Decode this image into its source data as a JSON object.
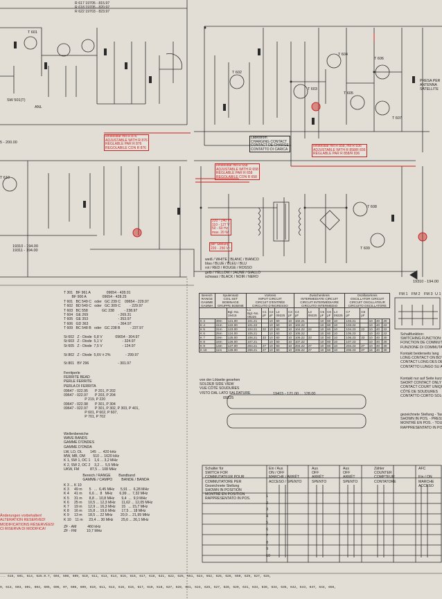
{
  "top_refs": [
    "R 617 19705 - 815.97",
    "R 618 19705 - 820.97",
    "R 622 19703 - 823.97"
  ],
  "transistors": [
    "T 601",
    "T 602",
    "T 603",
    "T 604",
    "T 605",
    "T 606",
    "T 607",
    "T 608",
    "T 609",
    "T 610"
  ],
  "left_strip": {
    "range": "5 - 200.00",
    "ref1": "19310 - 194.00",
    "ref2": "19311 - 194.00"
  },
  "transistor_list": [
    "T 301   BF 961 A                09654 - 428.01",
    "        BF 900 A                09654 - 428.25",
    "T 601   BC 549 C   oder   GC 239 C    09654 - 229.97",
    "T 602   BD 549 C   oder   GC 309 C         - 229.97",
    "T 603   BC 558              GC 238          - 238.97",
    "T 604   GE 269                              - 269.31",
    "T 605   GE 353                              - 353.97",
    "T 606   GD 363                              - 364.97",
    "T 609   BC 548 B   oder   GC 238 B          - 237.97",
    "",
    "St 602   Z - Diode  6,8 V             09654 - 304.97",
    "St 603   Z - Diode  5,1 V                    - 324.97",
    "St 605   Z - Diode  7,5 V                    - 124.97",
    "",
    "St 802   Z - Diode  5,6V ± 2%               - 299.97",
    "",
    "St 801   BY 296                             - 301.97"
  ],
  "ferrite": {
    "title": "Ferritperle\nFERRITE BEAD\nPERLE FERRITE\nPERLA DI FERRITA",
    "rows": "09647 - 022.95       P 201, P 202\n09647 - 022.97       P 203, P 204\n                     P 219, P 220\n09647 - 022.98       P 301, P 304\n09647 - 022.97       P 301, P 302, P 303, P 401,\n                     P 601, P 602, P 607,\n                     P 701, P 702"
  },
  "waveband": {
    "title": "Wellenbereiche\nWAVE BANDS\nGAMME D'ONDES\nGAMME D'ONDA",
    "rows1": "LW, LO, OL        145  ...  420 kHz\nMW, MB, OM        510 ... 1620 kHz\nK 1, SW 1, OC 1    1,6 ... 3,2 MHz\nK 2, SW 2, OC 2    3,2 ...  5,5 MHz\nUKW, FM           87,5 ... 108 MHz",
    "hdr": "                   Bereich / RANGE        Bandband\n                   GAMME / CAMPO         BANDE / BANDA",
    "rows2": "K 3 ... K 10\nK 3     49 m       5   ...  6,45 MHz      5,91 ...  6,28 MHz\nK 4     41 m       6,6 ...  8   MHz       6,99 ...  7,32 MHz\nK 5     31 m       8,8 ... 10,8 MHz       9,4  ...  9,9 MHz\nK 6     25 m      10,5 ... 12,3 MHz      11,62 ... 12,05 MHz\nK 7     19 m      12,9 ... 16,3 MHz      15   ... 15,7 MHz\nK 8     16 m      15,8 ... 19,6 MHz      17,5 ... 18 MHz\nK 9     13 m      18,5 ... 22 MHz        20,9 ... 21,99 MHz\nK 10    11 m      23,4 ... 30 MHz        25,6 ... 26,1 MHz",
    "rows3": "ZF - AM           460 kHz\nZF - FM          10,7 MHz"
  },
  "warning": {
    "lines": "Änderungen vorbehalten!\nALTERATION RESERVED!\nMODIFICATIONS RÉSERVÉES!\nCI RISERVA DI MODIFICA!"
  },
  "red_notes": {
    "adjust1": "einstellbar mit R 876\nADJUSTABLE WITH R 876\nRÉGLABLE PAR R 876\nREGOLABILE CON R 876",
    "adjust2": "einstellbar mit R 658\nADJUSTABLE WITH R 658\nRÉGLABLE PAR R 658\nREGOLABILE CON R 658",
    "adjust3": "einstellbar mit R 858, mit R 836\nADJUSTABLE WITH R 858/R 836\nRÉGLABLE PAR R 858/R 836",
    "ladestrom": "Ladestrom\nCHARGING CONTACT\nCONTACT DE CHARGE\nCONTATTO DI CARICA",
    "bat": "per Stellung\n220 - 250 V~",
    "v1": "220 - 240 V\n110 - 127 V\n50 - 60 Hz\nmax. 20 W"
  },
  "wire_colors": "weiß / WHITE / BLANC / BIANCO\nblau / BLUE / BLEU / BLU\nrot / RED / ROUGE / ROSSO\ngelb / YELLOW / JAUNE / GIALLO\nschwarz / BLACK / NOIR / NERO",
  "osc_table": {
    "head1": [
      "Bereich\nRANGE\nGAMME\nGAMMA",
      "Spulensatz\nCOIL SET\nBOBINAGE\nGRUPPE BOBINE",
      "Vorkreis\nINPUT CIRCUIT\nCIRCUIT D'ENTRÉE\nCIRCUITO D'INGRESSO",
      "Zwischenkreis\nINTERMEDIATE CIRCUIT\nCIRCUIT INTERMÉDIAIRE\nCIRCUITO INTERMEDIO",
      "Oszillatorkreis\nOSCILLATOR CIRCUIT\nCIRCUIT OSCILLATEUR\nCIRCUITO OSCILLATORE"
    ],
    "head2": [
      "",
      "Bgl.-No.\n19415",
      "L1\nBgl.-No.\n09225",
      "C1\npF",
      "C2\npF",
      "L2\n09225",
      "C3\npF",
      "C4\npF",
      "L3\n09225",
      "C5\npF",
      "C6\npF",
      "L4\n09225",
      "C7\npF",
      "C8\npF"
    ],
    "rows": [
      [
        "K 3",
        "49m",
        "121.00",
        "101.21",
        "",
        "10",
        "60",
        "10",
        "102.21",
        "",
        "10",
        "60",
        "10",
        "103.21",
        "",
        "10",
        "40",
        "20"
      ],
      [
        "K 4",
        "41m",
        "122.00",
        "101.22",
        "",
        "10",
        "60",
        "10",
        "102.22",
        "",
        "10",
        "60",
        "10",
        "103.22",
        "",
        "10",
        "40",
        "22"
      ],
      [
        "K 5",
        "31m",
        "123.00",
        "104.21",
        "22",
        "10",
        "60",
        "10",
        "104.22",
        "22",
        "10",
        "60",
        "10",
        "104.23",
        "22",
        "10",
        "40",
        "22"
      ],
      [
        "K 6",
        "25m",
        "124.00",
        "105.21",
        "",
        "10",
        "60",
        "10",
        "105.22",
        "",
        "10",
        "60",
        "10",
        "105.23",
        "",
        "10",
        "40",
        "22"
      ],
      [
        "K 7",
        "19m",
        "125.00",
        "106.21",
        "33",
        "10",
        "60",
        "10",
        "106.22",
        "33",
        "10",
        "60",
        "10",
        "106.23",
        "33",
        "10",
        "40",
        "30"
      ],
      [
        "K 8",
        "16m",
        "126.00",
        "107.21",
        "",
        "10",
        "60",
        "10",
        "107.22",
        "",
        "10",
        "60",
        "10",
        "107.23",
        "",
        "10",
        "40",
        "30"
      ],
      [
        "K 9",
        "13m",
        "127.00",
        "204.21",
        "27",
        "10",
        "60",
        "10",
        "204.22",
        "27",
        "10",
        "60",
        "10",
        "204.23",
        "27",
        "10",
        "40",
        "30"
      ],
      [
        "K 10",
        "11m",
        "128.00",
        "206.21",
        "27",
        "10",
        "60",
        "10",
        "206.22",
        "27",
        "10",
        "60",
        "10",
        "206.23",
        "27",
        "16",
        "40",
        "30"
      ]
    ]
  },
  "solder_note": "von der Lötseite gesehen\nSOLDER SIDE VIEW\nVUE CÔTÉ SOUDURES\nVISTO DAL LATO SALDATURE",
  "coil_ref": "19415 - 121.00 ... 128.00",
  "coil_ref2": "09225",
  "switch_legend": {
    "title": "Schaltfunktion:\nSWITCHING FUNCTION:\nFONCTION DE COMMUTATION\nFUNZIONE DI COMMUTAZIONE",
    "a": "Kontakt beiderseits lang\nLONG CONTACT ON BOTH SIDES\nCONTACT LONG DES DEUX CÔTÉS\nCONTATTO LUNGO SU AMBO I LATI",
    "b": "Kontakt nur auf Seite kurz\nSHORT CONTACT ONLY ON SOLDER SIDE\nCONTACT COURT UNIQUEMENT\nCÔTÉ DE SOUDURES\nCONTATTO CORTO SOLO SUL LATO",
    "c": "gezeichnete Stellung - Taste\nSHOWN IN POS. - PRESS\nMONTRÉ EN POS. - TOUCHE\nRAPPRESENTATO IN POS. - TASTO"
  },
  "fm_boxes": [
    "FM 1",
    "FM 2",
    "FM 3",
    "U 1"
  ],
  "bottom_notes": {
    "schalter": "Schalter für\nSWITCH FOR\nCOMMUTATEUR POUR\nCOMMUTATORE PER\nGezeichnete Stellung\nSHOWN IN POSITION\nMONTRÉ EN POSITION\nRAPPRESENTATO IN POS.",
    "col1": "Ein / Aus\nON / OFF\nMARCHE / ARRÊT\nACCESO / SPENTO",
    "col2": "Aus\nOFF\nARRÊT\nSPENTO",
    "col3": "Aus\nOFF\nARRÊT\nSPENTO",
    "col4": "Zähler\nCOUNTER\nCOMPTEUR\nCONTATORE",
    "col5": "AFC\n\nEin / ON\nMARCHE\nACCESO",
    "row_nums": [
      "1",
      "2",
      "3",
      "4",
      "5",
      "6",
      "7",
      "8",
      "9",
      "10"
    ]
  },
  "footer_line1": "... 615, 601, 614,    625.0.7, 604, 608, 609, 610,          611, 613, 614, 615,        616,              617,         618, 621, 622,          625, 651, 624, 652,  625, 626,          650, 629, 627, 628,",
  "footer_line2": "9, 613, 603, 801, 604,   605, 606, 07, 608, 609, 610, 611, 613,      616, 615, 617, 619,   618, 627, 628,   621, 624, 625,   627,  628,  629,   631, 633, 636,  634, 635,  642, 643, 647, 644, 655,",
  "right_labels": {
    "presa": "PRESA PER\nANTENNA\nSATELLITE",
    "anl": "ANL",
    "sw_label": "SW 501(T)",
    "ref_19310": "19310 - 194.00"
  }
}
